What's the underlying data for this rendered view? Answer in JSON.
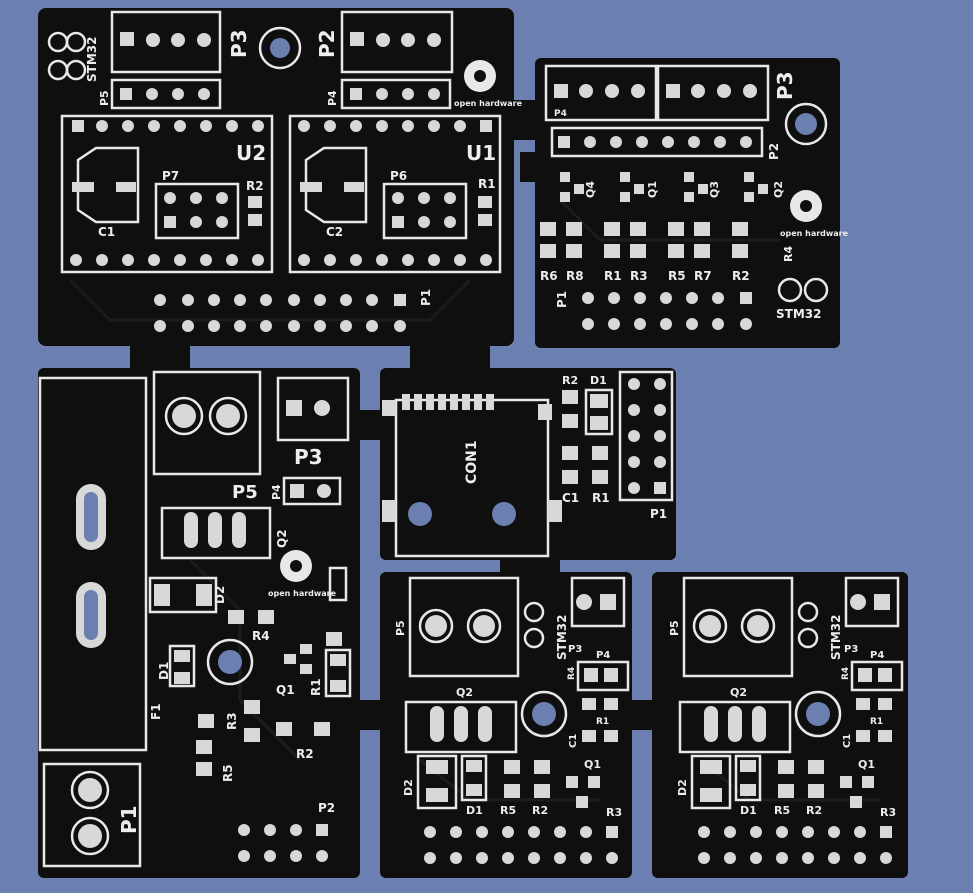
{
  "boards": [
    {
      "id": "board-top-left",
      "labels": [
        "STM32",
        "P3",
        "P2",
        "P5",
        "P4",
        "U2",
        "U1",
        "P7",
        "P6",
        "R2",
        "R1",
        "C1",
        "C2",
        "P1",
        "open hardware"
      ]
    },
    {
      "id": "board-top-right",
      "labels": [
        "P4",
        "P3",
        "P2",
        "Q4",
        "Q1",
        "Q3",
        "Q2",
        "open hardware",
        "R4",
        "R6",
        "R8",
        "R1",
        "R3",
        "R5",
        "R7",
        "R2",
        "P1",
        "STM32"
      ]
    },
    {
      "id": "board-bottom-left",
      "labels": [
        "P3",
        "P5",
        "P4",
        "Q2",
        "D2",
        "open hardware",
        "R4",
        "D1",
        "Q1",
        "R1",
        "F1",
        "R3",
        "R5",
        "R2",
        "P1",
        "P2"
      ]
    },
    {
      "id": "board-middle",
      "labels": [
        "R2",
        "D1",
        "CON1",
        "C1",
        "R1",
        "P1"
      ]
    },
    {
      "id": "board-bottom-mid",
      "labels": [
        "P5",
        "STM32",
        "P3",
        "P4",
        "R4",
        "Q2",
        "R1",
        "C1",
        "Q1",
        "D2",
        "D1",
        "R5",
        "R2",
        "R3"
      ]
    },
    {
      "id": "board-bottom-right",
      "labels": [
        "P5",
        "STM32",
        "P3",
        "P4",
        "R4",
        "Q2",
        "R1",
        "C1",
        "Q1",
        "D2",
        "D1",
        "R5",
        "R2",
        "R3"
      ]
    }
  ],
  "text": {
    "stm32": "STM32",
    "open_hardware": "open hardware",
    "p1": "P1",
    "p2": "P2",
    "p3": "P3",
    "p4": "P4",
    "p5": "P5",
    "p6": "P6",
    "p7": "P7",
    "u1": "U1",
    "u2": "U2",
    "r1": "R1",
    "r2": "R2",
    "r3": "R3",
    "r4": "R4",
    "r5": "R5",
    "r6": "R6",
    "r7": "R7",
    "r8": "R8",
    "c1": "C1",
    "c2": "C2",
    "q1": "Q1",
    "q2": "Q2",
    "q3": "Q3",
    "q4": "Q4",
    "d1": "D1",
    "d2": "D2",
    "f1": "F1",
    "con1": "CON1"
  },
  "colors": {
    "background": "#6b7fb0",
    "board": "#0f0f0f",
    "silkscreen": "#e8e8e8",
    "pad": "#d8d8d8"
  }
}
